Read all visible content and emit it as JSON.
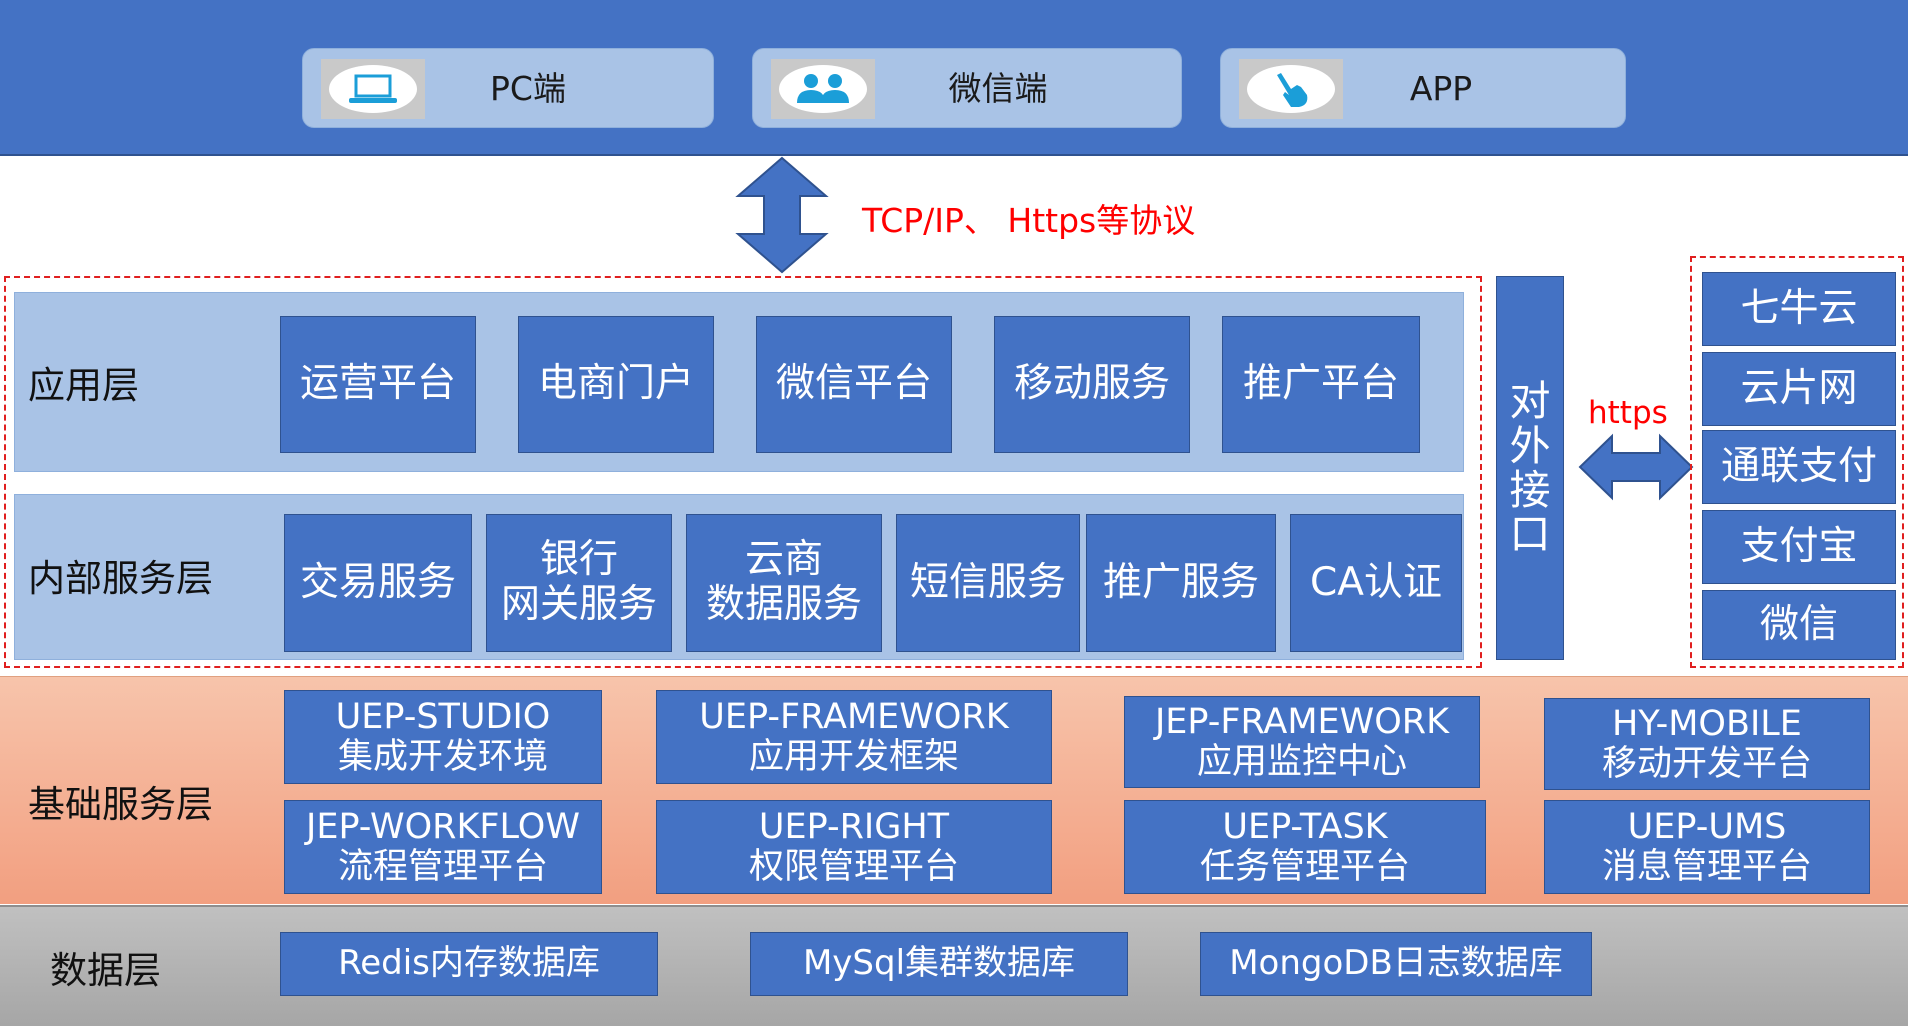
{
  "clients": [
    {
      "label": "PC端",
      "icon": "laptop-icon"
    },
    {
      "label": "微信端",
      "icon": "users-icon"
    },
    {
      "label": "APP",
      "icon": "tap-hand-icon"
    }
  ],
  "protocol_label": "TCP/IP、 Https等协议",
  "layers": {
    "application": {
      "label": "应用层",
      "items": [
        "运营平台",
        "电商门户",
        "微信平台",
        "移动服务",
        "推广平台"
      ]
    },
    "internal": {
      "label": "内部服务层",
      "items": [
        "交易服务",
        "银行\n网关服务",
        "云商\n数据服务",
        "短信服务",
        "推广服务",
        "CA认证"
      ]
    },
    "foundation": {
      "label": "基础服务层",
      "items": [
        "UEP-STUDIO\n集成开发环境",
        "UEP-FRAMEWORK\n应用开发框架",
        "JEP-FRAMEWORK\n应用监控中心",
        "HY-MOBILE\n移动开发平台",
        "JEP-WORKFLOW\n流程管理平台",
        "UEP-RIGHT\n权限管理平台",
        "UEP-TASK\n任务管理平台",
        "UEP-UMS\n消息管理平台"
      ]
    },
    "data": {
      "label": "数据层",
      "items": [
        "Redis内存数据库",
        "MySql集群数据库",
        "MongoDB日志数据库"
      ]
    }
  },
  "external_interface": {
    "label": "对\n外\n接\n口"
  },
  "https_label": "https",
  "third_party": [
    "七牛云",
    "云片网",
    "通联支付",
    "支付宝",
    "微信"
  ],
  "colors": {
    "box_blue": "#4472c4",
    "band_light_blue": "#a9c3e6",
    "dashed_red": "#e01f1f",
    "foundation_band": "#f4b08f",
    "data_band": "#b4b4b4",
    "label_red": "#ff0000"
  }
}
